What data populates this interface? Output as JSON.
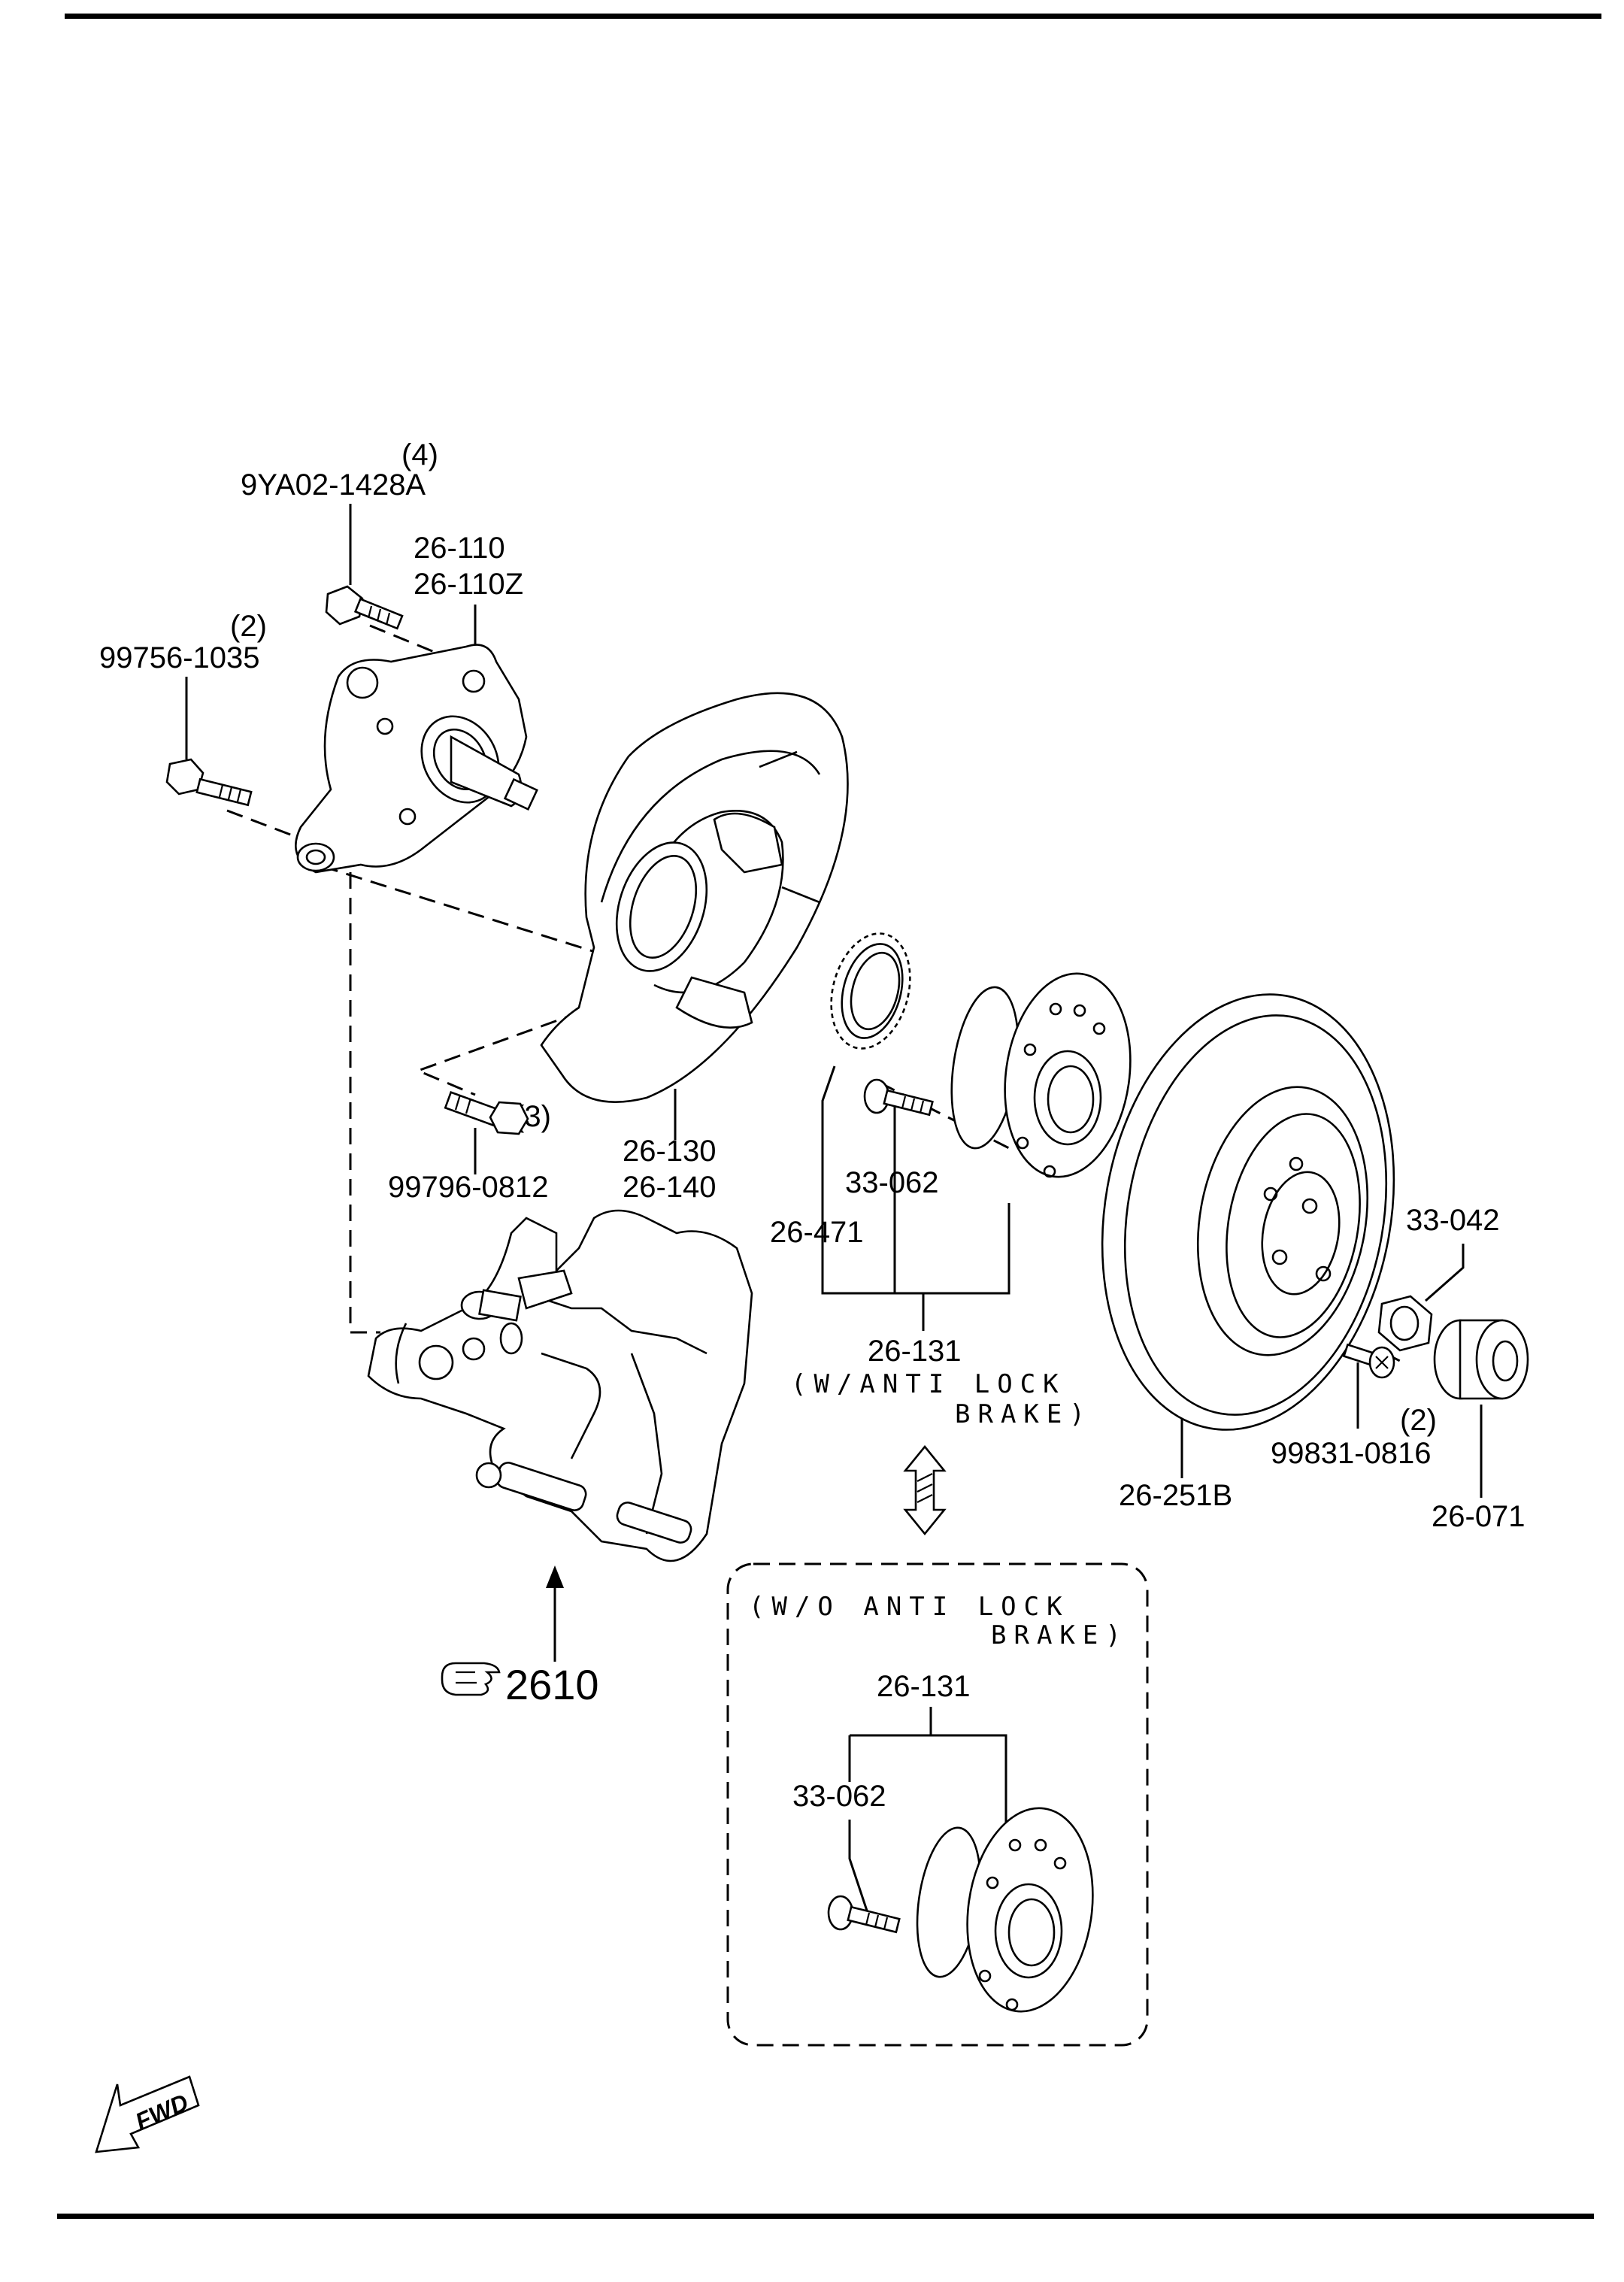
{
  "parts": {
    "bolt_hub_qty": "(4)",
    "bolt_hub_pn": "9YA02-1428A",
    "knuckle_pn_1": "26-110",
    "knuckle_pn_2": "26-110Z",
    "bolt_knuckle_qty": "(2)",
    "bolt_knuckle_pn": "99756-1035",
    "bolt_plate_qty": "(3)",
    "bolt_plate_pn": "99796-0812",
    "dust_cover_pn_1": "26-130",
    "dust_cover_pn_2": "26-140",
    "sensor_rotor_pn": "26-471",
    "hub_bolt_pn": "33-062",
    "hub_assembly_pn": "26-131",
    "abs_note_line1": "(W/ANTI LOCK",
    "abs_note_line2": "BRAKE)",
    "hub_nut_pn": "33-042",
    "rotor_screw_qty": "(2)",
    "rotor_screw_pn": "99831-0816",
    "disc_rotor_pn": "26-251B",
    "hub_cap_pn": "26-071",
    "caliper_ref": "2610",
    "no_abs_note_line1": "(W/O ANTI LOCK",
    "no_abs_note_line2": "BRAKE)",
    "no_abs_hub_pn": "26-131",
    "no_abs_hub_bolt_pn": "33-062",
    "fwd_label": "FWD"
  },
  "icons": {
    "ref_pointer": "pointing-hand-icon",
    "interchange": "double-arrow-icon",
    "forward": "fwd-arrow-icon"
  }
}
